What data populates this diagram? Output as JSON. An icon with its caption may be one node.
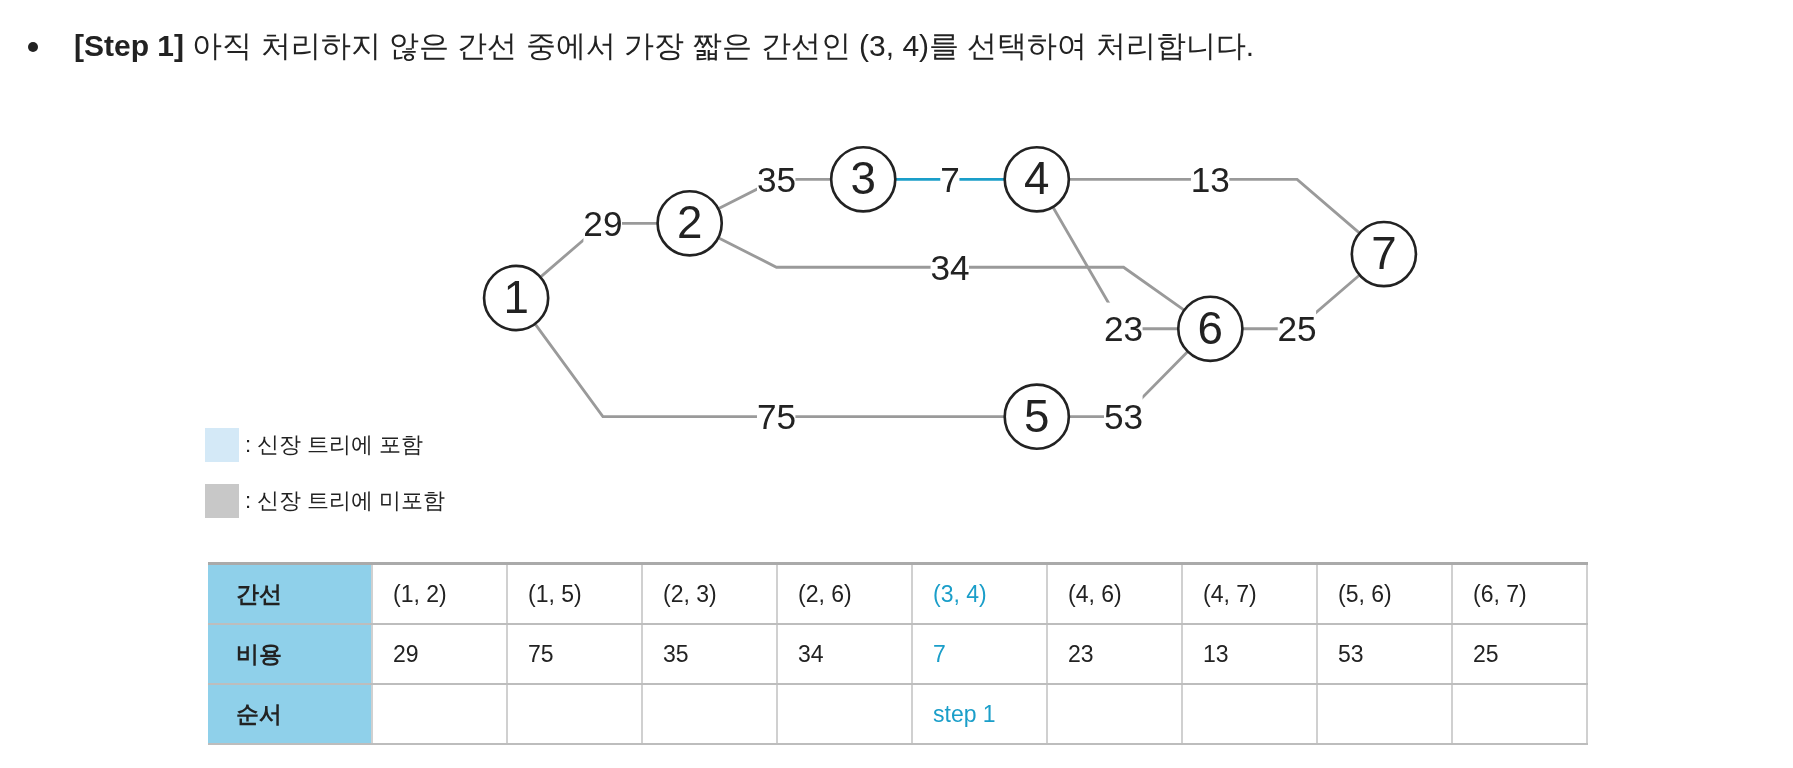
{
  "diagram": {
    "title": "**[Step 1]** 아직 처리하지 않은 간선 중에서 가장 짧은 간선인 (3, 4)를 선택하여 처리합니다.",
    "nodes": [
      {
        "text": [
          "1"
        ]
      },
      {
        "text": [
          "2"
        ]
      },
      {
        "text": [
          "3"
        ]
      },
      {
        "text": [
          "4"
        ]
      },
      {
        "text": [
          "5"
        ]
      },
      {
        "text": [
          "6"
        ]
      },
      {
        "text": [
          "7"
        ]
      }
    ],
    "edges": [
      {
        "from": 0,
        "to": 1,
        "arrow": "none",
        "label": "29"
      },
      {
        "from": 0,
        "to": 4,
        "arrow": "none",
        "label": "75"
      },
      {
        "from": 1,
        "to": 2,
        "arrow": "none",
        "label": "35"
      },
      {
        "from": 1,
        "to": 5,
        "arrow": "none",
        "label": "34"
      },
      {
        "from": 2,
        "to": 3,
        "arrow": "none",
        "label": "7",
        "color": "#1a9ec9"
      },
      {
        "from": 3,
        "to": 5,
        "arrow": "none",
        "label": "23"
      },
      {
        "from": 3,
        "to": 6,
        "arrow": "none",
        "label": "13"
      },
      {
        "from": 4,
        "to": 5,
        "arrow": "none",
        "label": "53"
      },
      {
        "from": 5,
        "to": 6,
        "arrow": "none",
        "label": "25"
      }
    ],
    "labels": [
      "간선",
      "(1, 2)",
      "(1, 5)",
      "(2, 3)",
      "(2, 6)",
      "(3, 4)",
      "(4, 6)",
      "(4, 7)",
      "(5, 6)",
      "(6, 7)",
      "비용",
      "29",
      "75",
      "35",
      "34",
      "7",
      "23",
      "13",
      "53",
      "25",
      "순서",
      "step 1"
    ],
    "legend": [
      {
        "text": ": 신장 트리에 포함",
        "color": "#d4e9f7"
      },
      {
        "text": ": 신장 트리에 미포함",
        "color": "#c8c8c8"
      }
    ]
  }
}
